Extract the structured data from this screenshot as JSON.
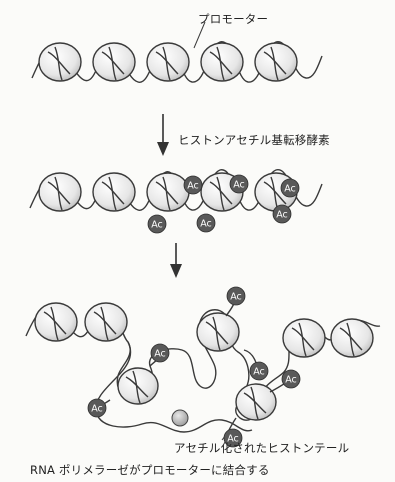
{
  "labels": {
    "promoter": "プロモーター",
    "enzyme": "ヒストンアセチル基転移酵素",
    "acetylated_tails": "アセチル化されたヒストンテール",
    "rna_polymerase": "RNA ポリメラーゼがプロモーターに結合する"
  },
  "acetyl_mark": "Ac",
  "colors": {
    "ink": "#3a3a3a",
    "ac_fill": "#595959",
    "ac_text": "#ffffff",
    "background": "#fbfbf9"
  }
}
